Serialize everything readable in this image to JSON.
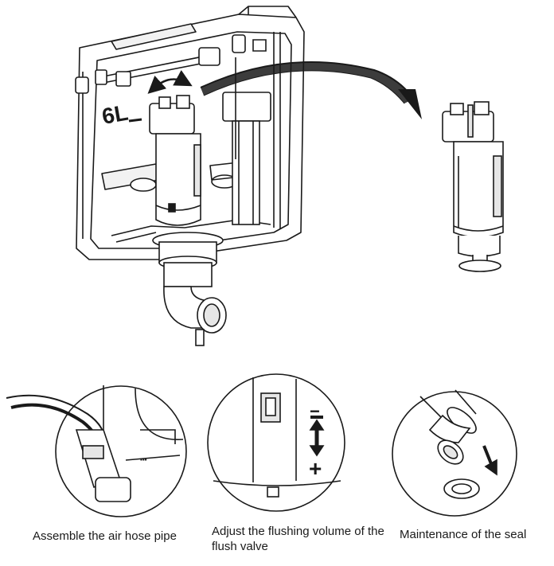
{
  "captions": {
    "air_hose": "Assemble the air hose pipe",
    "flush_volume": "Adjust the flushing volume of the flush valve",
    "seal": "Maintenance of the seal"
  },
  "marks": {
    "minus": "−",
    "plus": "+"
  },
  "colors": {
    "line": "#1a1a1a",
    "fill": "#ffffff",
    "shade": "#e6e6e6"
  }
}
